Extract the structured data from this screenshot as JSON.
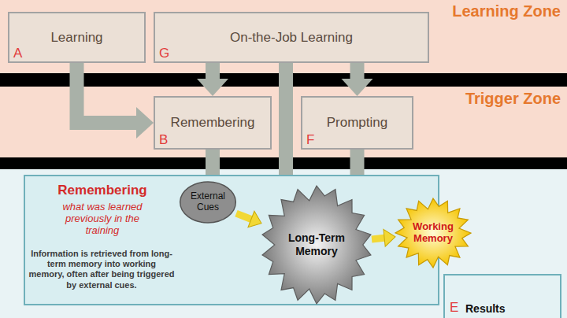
{
  "diagram": {
    "nodes": [
      {
        "text": [
          "Learning Zone"
        ]
      },
      {
        "text": [
          "Learning",
          "A"
        ],
        "in": 0
      },
      {
        "text": [
          "On-the-Job Learning",
          "G"
        ],
        "in": 0
      },
      {
        "text": [
          "Trigger Zone"
        ]
      },
      {
        "text": [
          "Remembering",
          "B"
        ],
        "in": 3
      },
      {
        "text": [
          "Prompting",
          "F"
        ],
        "in": 3
      },
      {
        "text": [
          "Remembering",
          "what was learned previously in the training",
          "Information is retrieved from long-term memory into working memory, often after being triggered by external cues."
        ]
      },
      {
        "text": [
          "External Cues"
        ],
        "in": 6
      },
      {
        "text": [
          "Long-Term Memory"
        ],
        "in": 6
      },
      {
        "text": [
          "Working Memory"
        ],
        "in": 6
      },
      {
        "text": [
          "Results",
          "E"
        ]
      }
    ],
    "edges": [
      {
        "from": 1,
        "to": 4,
        "arrow": "to"
      },
      {
        "from": 2,
        "to": 4,
        "arrow": "to"
      },
      {
        "from": 2,
        "to": 5,
        "arrow": "to"
      },
      {
        "from": 2,
        "to": 6,
        "arrow": "none"
      },
      {
        "from": 4,
        "to": 6,
        "arrow": "none"
      },
      {
        "from": 5,
        "to": 6,
        "arrow": "none"
      },
      {
        "from": 7,
        "to": 8,
        "arrow": "to"
      },
      {
        "from": 8,
        "to": 9,
        "arrow": "to"
      }
    ]
  }
}
